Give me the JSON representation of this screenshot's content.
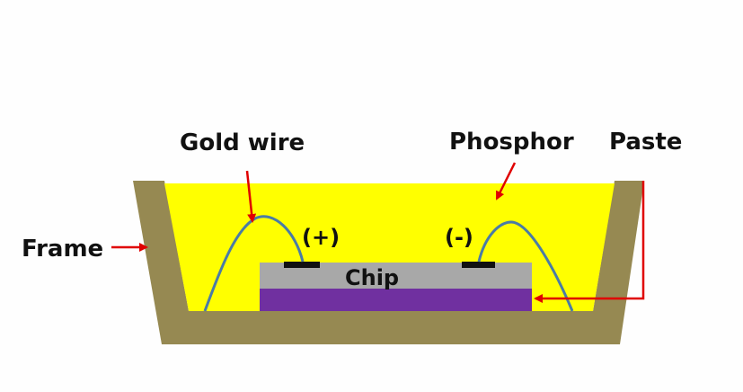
{
  "diagram": {
    "labels": {
      "gold_wire": "Gold wire",
      "phosphor": "Phosphor",
      "paste": "Paste",
      "frame": "Frame",
      "chip": "Chip",
      "positive": "(+)",
      "negative": "(-)"
    },
    "colors": {
      "frame": "#968952",
      "phosphor": "#ffff00",
      "chip": "#a8a8a8",
      "substrate": "#7030a0",
      "wire": "#4a7ba6",
      "arrow": "#e00000",
      "pad": "#111111",
      "text": "#111111"
    }
  }
}
